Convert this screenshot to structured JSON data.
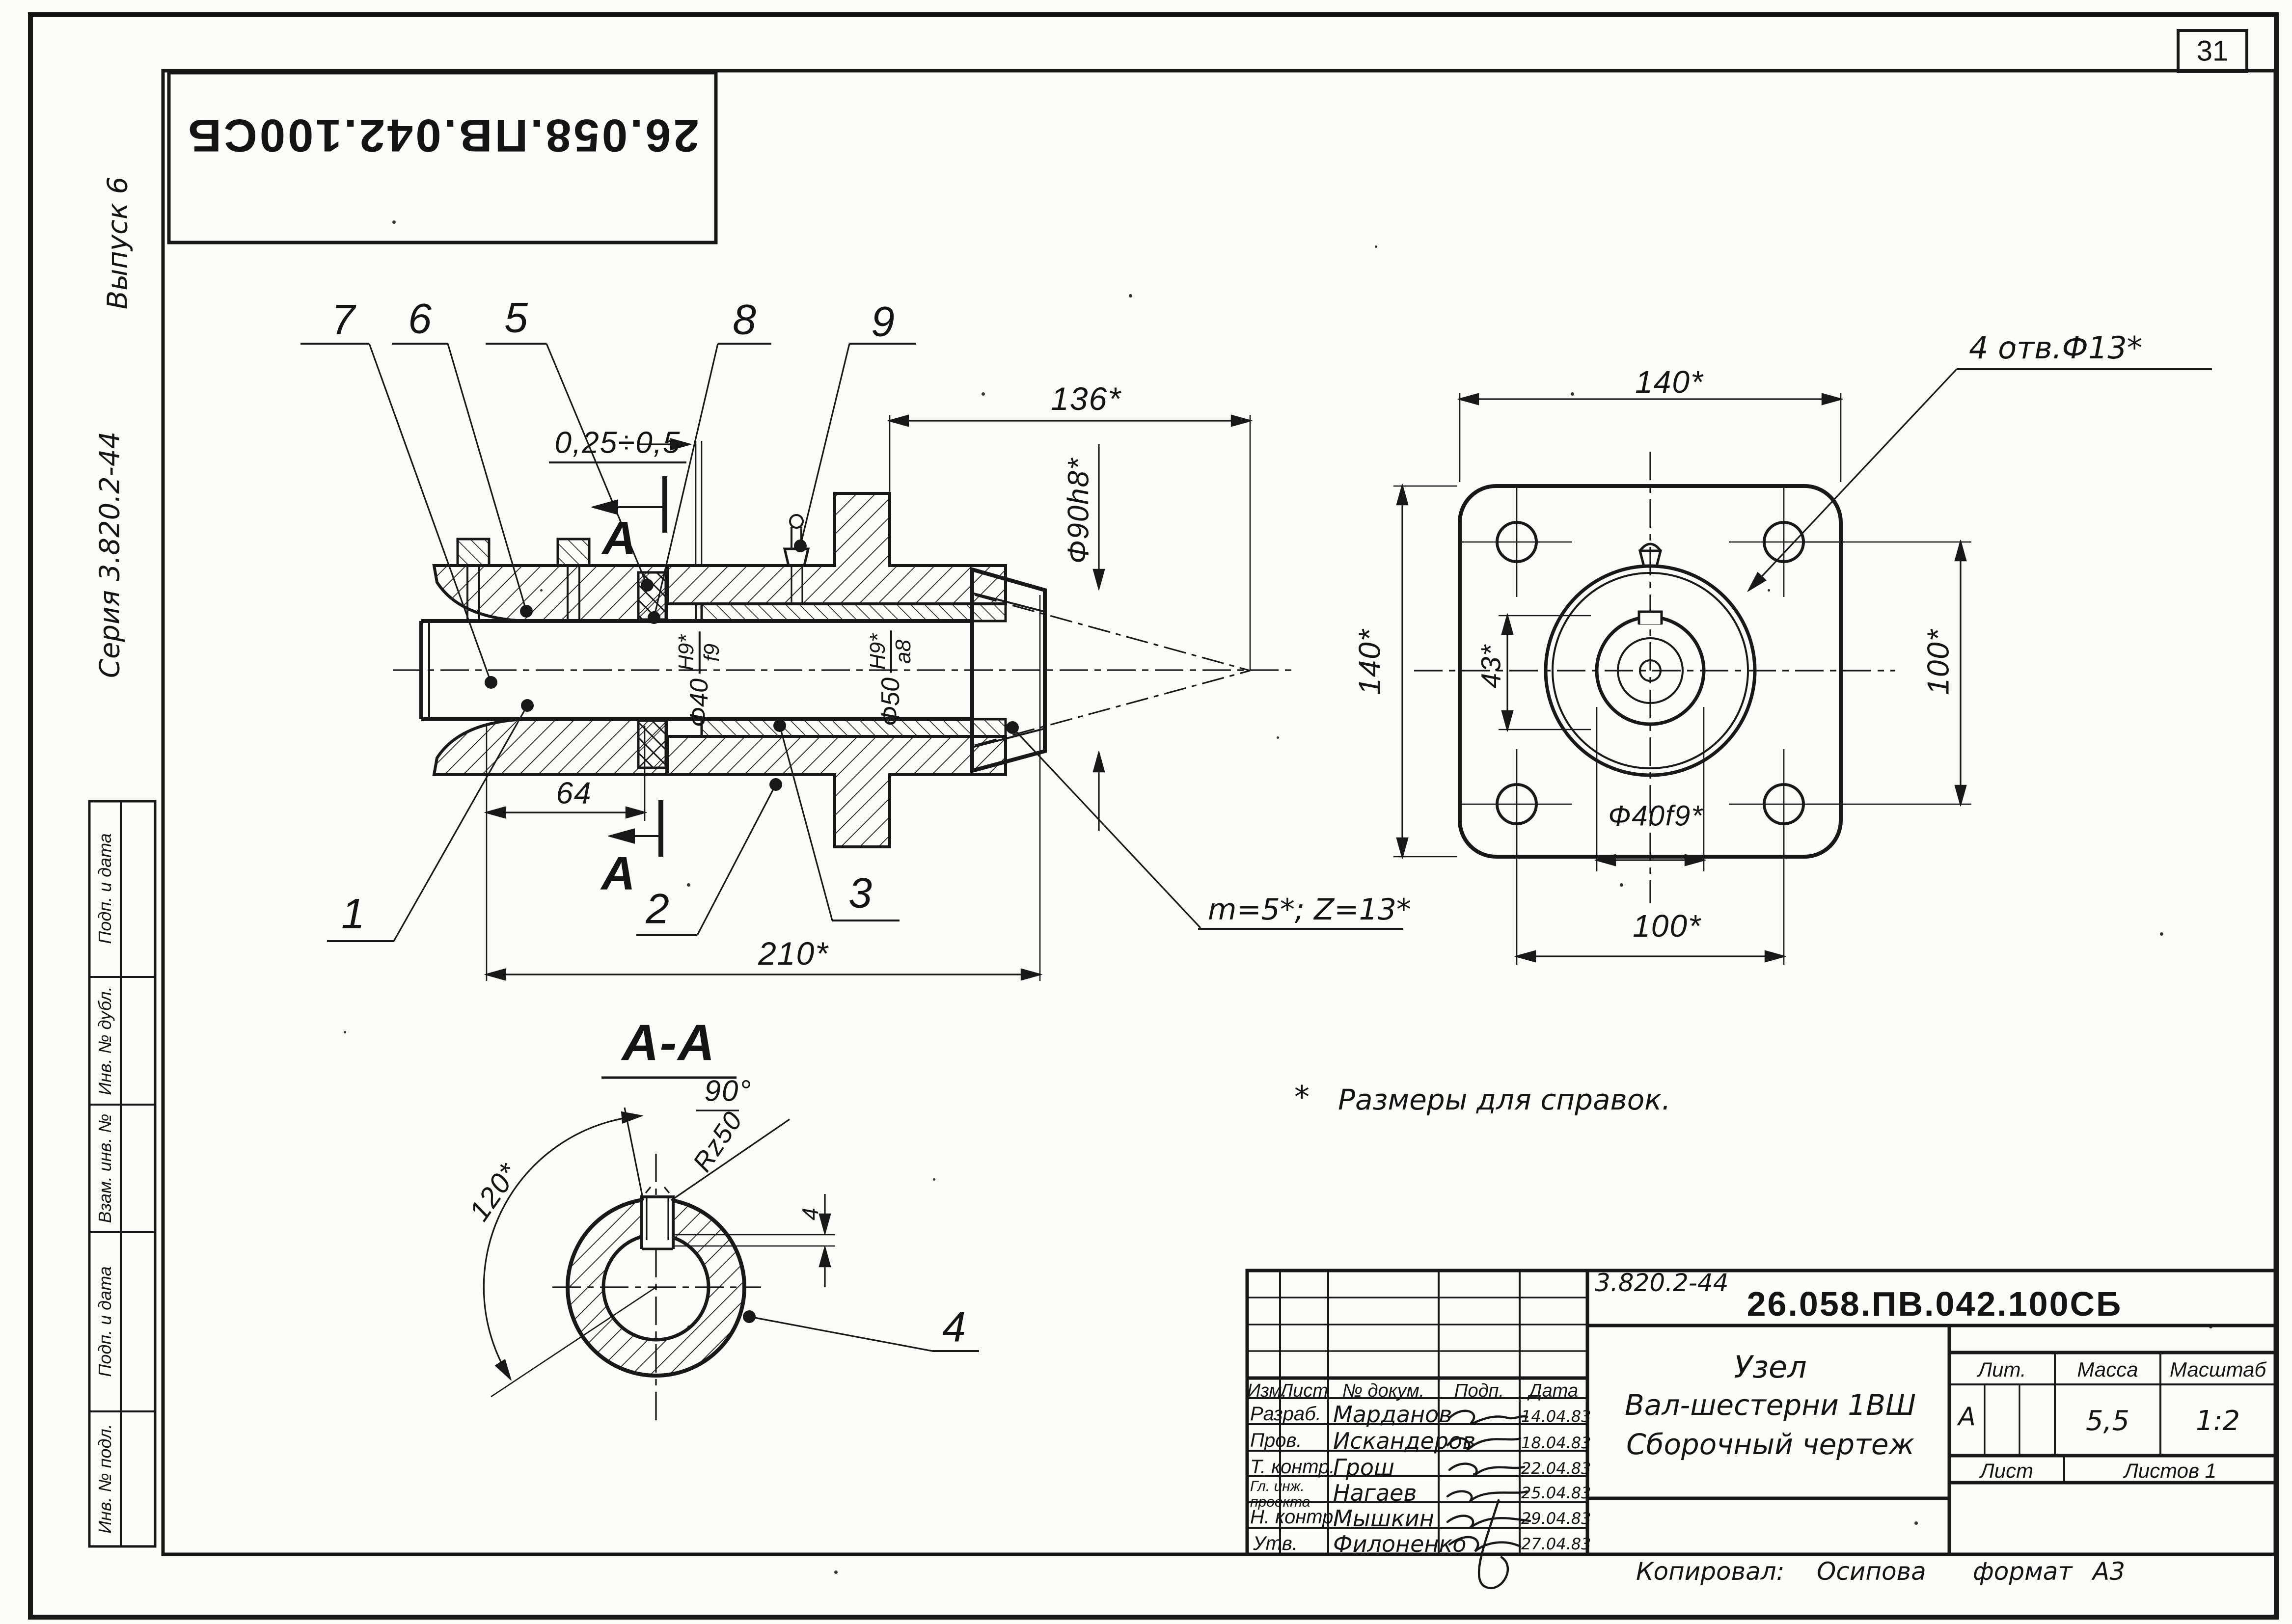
{
  "sheet": {
    "page_number": "31"
  },
  "stamp": {
    "doc_number_inverted": "26.058.ПВ.042.100СБ"
  },
  "margin": {
    "series": "Серия 3.820.2-44",
    "issue": "Выпуск 6",
    "boxes": [
      "Подп. и дата",
      "Инв. № дубл.",
      "Взам. инв. №",
      "Подп. и дата",
      "Инв. № подл."
    ]
  },
  "note": {
    "star": "*",
    "text": "Размеры для справок."
  },
  "callouts": {
    "c1": "1",
    "c2": "2",
    "c3": "3",
    "c4": "4",
    "c5": "5",
    "c6": "6",
    "c7": "7",
    "c8": "8",
    "c9": "9",
    "holes": "4 отв.Ф13*"
  },
  "main_view": {
    "dims": {
      "gap": "0,25÷0,5",
      "length_64": "64",
      "length_210": "210*",
      "length_136": "136*",
      "dia_90": "Ф90h8*",
      "gear": "m=5*; Z=13*"
    },
    "fits": {
      "f40": {
        "prefix": "Ф40",
        "num": "H9*",
        "den": "f9"
      },
      "f50": {
        "prefix": "Ф50",
        "num": "H9*",
        "den": "а8"
      }
    },
    "section_letter_top": "А",
    "section_letter_bottom": "А"
  },
  "flange_view": {
    "dims": {
      "w140_top": "140*",
      "w140_left": "140*",
      "h100_right": "100*",
      "w100_bottom": "100*",
      "off43": "43*",
      "bore": "Ф40f9*"
    }
  },
  "section_aa": {
    "title": "А-А",
    "angle90": "90°",
    "rough": "Rz50",
    "angle120": "120*",
    "key_depth": "4"
  },
  "title_block": {
    "doc_small": "3.820.2-44",
    "doc_number": "26.058.ПВ.042.100СБ",
    "cols": [
      "Изм.",
      "Лист",
      "№ докум.",
      "Подп.",
      "Дата"
    ],
    "rows": [
      {
        "role": "Разраб.",
        "name": "Марданов",
        "date": "14.04.83"
      },
      {
        "role": "Пров.",
        "name": "Искандеров",
        "date": "18.04.83"
      },
      {
        "role": "Т. контр.",
        "name": "Грош",
        "date": "22.04.83"
      },
      {
        "role": "Гл. инж. проекта",
        "name": "Нагаев",
        "date": "25.04.83"
      },
      {
        "role": "Н. контр.",
        "name": "Мышкин",
        "date": "29.04.83"
      },
      {
        "role": "Утв.",
        "name": "Филоненко",
        "date": "27.04.83"
      }
    ],
    "title_lines": [
      "Узел",
      "Вал-шестерни 1ВШ",
      "Сборочный чертеж"
    ],
    "lit_label": "Лит.",
    "lit": "А",
    "mass_label": "Масса",
    "mass": "5,5",
    "scale_label": "Масштаб",
    "scale": "1:2",
    "sheet_label": "Лист",
    "sheets_label": "Листов 1",
    "footer": {
      "copied_label": "Копировал:",
      "copied_by": "Осипова",
      "format": "формат",
      "format_value": "А3"
    }
  }
}
